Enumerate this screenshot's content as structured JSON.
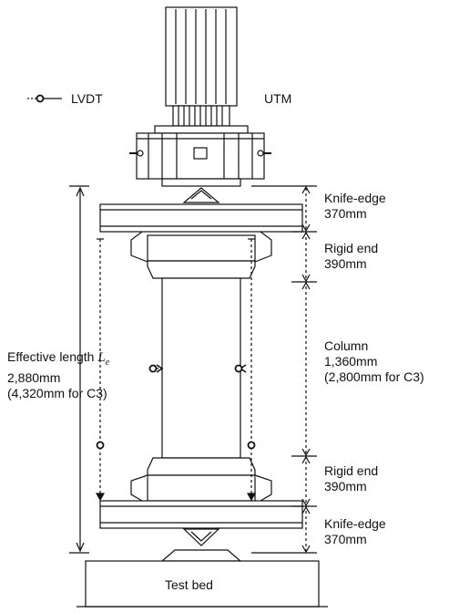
{
  "legend": {
    "lvdt_label": "LVDT",
    "utm_label": "UTM"
  },
  "right_labels": [
    {
      "line1": "Knife-edge",
      "line2": "370mm"
    },
    {
      "line1": "Rigid end",
      "line2": "390mm"
    },
    {
      "line1": "Column",
      "line2": "1,360mm",
      "line3": "(2,800mm  for C3)"
    },
    {
      "line1": "Rigid end",
      "line2": "390mm"
    },
    {
      "line1": "Knife-edge",
      "line2": "370mm"
    }
  ],
  "effective_length": {
    "line1": "Effective length",
    "symbol": "L",
    "subscript": "e",
    "line2": "2,880mm",
    "line3": "(4,320mm  for C3)"
  },
  "test_bed_label": "Test bed",
  "colors": {
    "stroke": "#111111",
    "background": "#ffffff"
  }
}
